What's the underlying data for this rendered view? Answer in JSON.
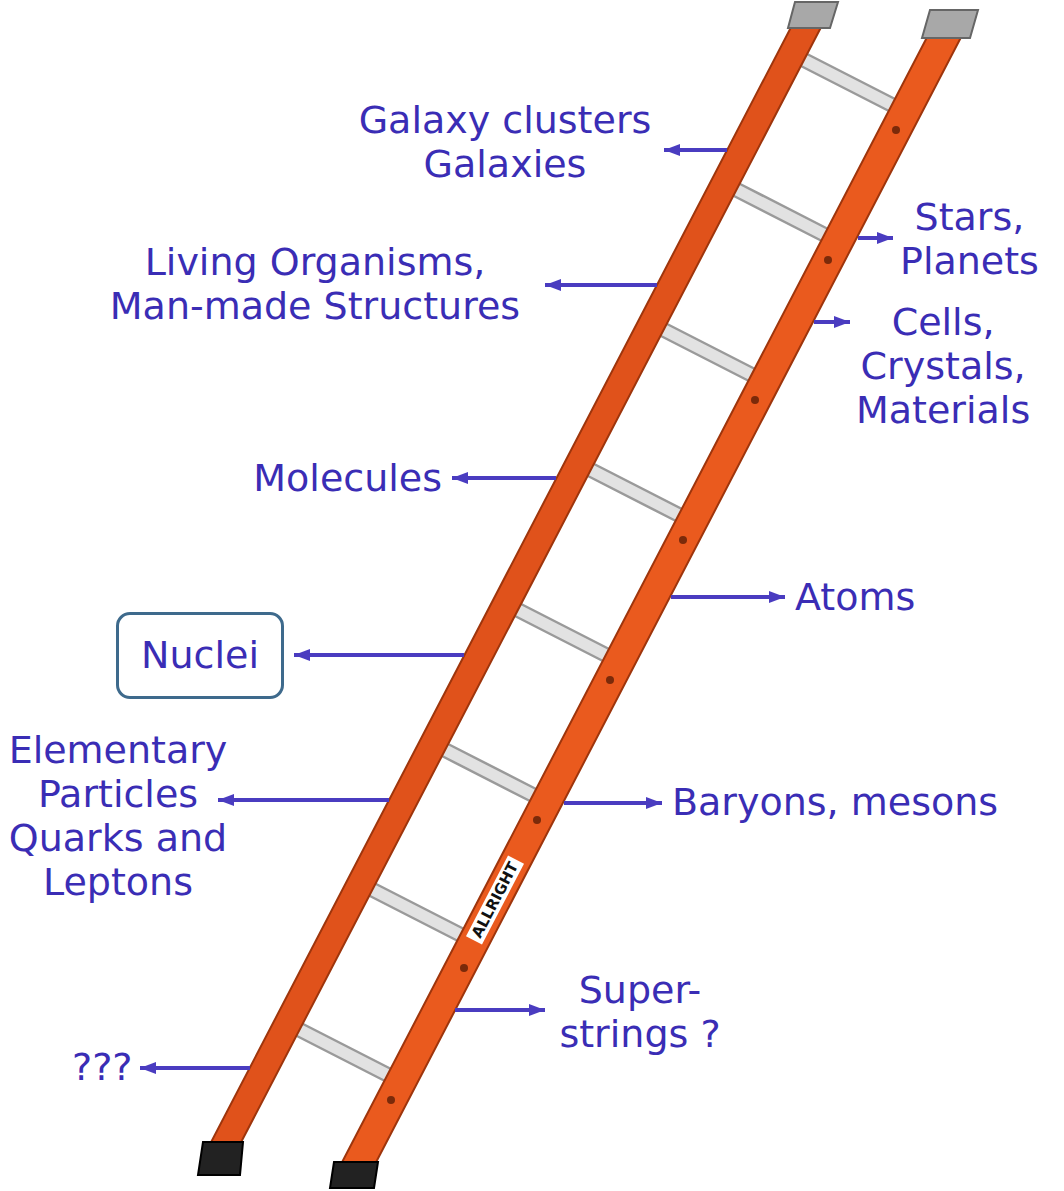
{
  "diagram": {
    "nodes": [
      {
        "text": [
          "Nuclei"
        ]
      }
    ],
    "labels": [
      "Galaxy clusters Galaxies",
      "Stars, Planets",
      "Living Organisms, Man-made Structures",
      "Cells, Crystals, Materials",
      "Molecules",
      "Atoms",
      "Baryons, mesons",
      "Elementary Particles Quarks and Leptons",
      "Super- strings ?",
      "???",
      "ALLRIGHT"
    ]
  }
}
